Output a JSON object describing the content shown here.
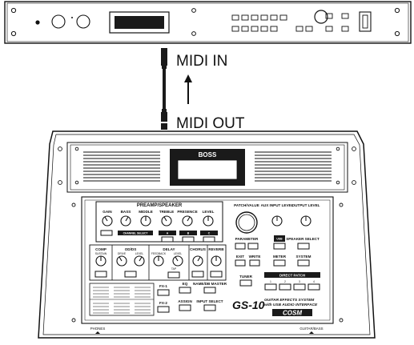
{
  "cable": {
    "midi_in_label": "MIDI IN",
    "midi_out_label": "MIDI OUT"
  },
  "device": {
    "brand": "BOSS",
    "model": "GS-10",
    "tagline_1": "GUITAR EFFECTS SYSTEM",
    "tagline_2": "with USB AUDIO INTERFACE",
    "cosm_logo": "COSM",
    "section_preamp": "PREAMP/SPEAKER",
    "preamp_knobs": [
      "GAIN",
      "BASS",
      "MIDDLE",
      "TREBLE",
      "PRESENCE",
      "LEVEL"
    ],
    "channel_select": "CHANNEL SELECT",
    "channel_buttons": [
      "A",
      "B",
      "C"
    ],
    "patch_value": "PATCH/VALUE",
    "aux_input_level": "AUX INPUT LEVEL",
    "output_level": "OUTPUT LEVEL",
    "parameter": "PARAMETER",
    "usb": "USB",
    "speaker_select": "SPEAKER SELECT",
    "exit": "EXIT",
    "write": "WRITE",
    "meter": "METER",
    "system": "SYSTEM",
    "tuner": "TUNER",
    "direct_patch": "DIRECT PATCH",
    "direct_patch_numbers": [
      "1",
      "2",
      "3",
      "4"
    ],
    "comp_label": "COMP",
    "sustain_label": "SUSTAIN",
    "od_ds_label": "OD/DS",
    "drive_label": "DRIVE",
    "level_label": "LEVEL",
    "delay_label": "DELAY",
    "feedback_label": "FEEDBACK",
    "tap_label": "TAP",
    "chorus_label": "CHORUS",
    "reverb_label": "REVERB",
    "eq_label": "EQ",
    "name_master_label": "NAME/DB MASTER",
    "fx1_label": "FX-1",
    "fx2_label": "FX-2",
    "assign_label": "ASSIGN",
    "input_select_label": "INPUT SELECT",
    "phones_label": "PHONES",
    "guitar_bass_label": "GUITAR/BASS"
  }
}
